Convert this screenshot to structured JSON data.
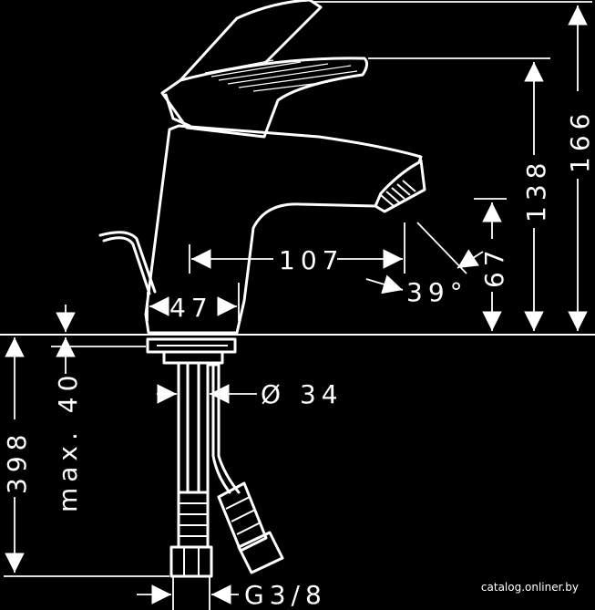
{
  "dimensions": {
    "spout_reach": "107",
    "body_width": "47",
    "inlet_diameter": "Ø 34",
    "spout_angle": "39°",
    "spout_height": "67",
    "height_to_spout": "138",
    "total_height": "166",
    "hose_length": "398",
    "max_thickness": "max. 40",
    "thread": "G3/8"
  },
  "watermark": "catalog.onliner.by"
}
